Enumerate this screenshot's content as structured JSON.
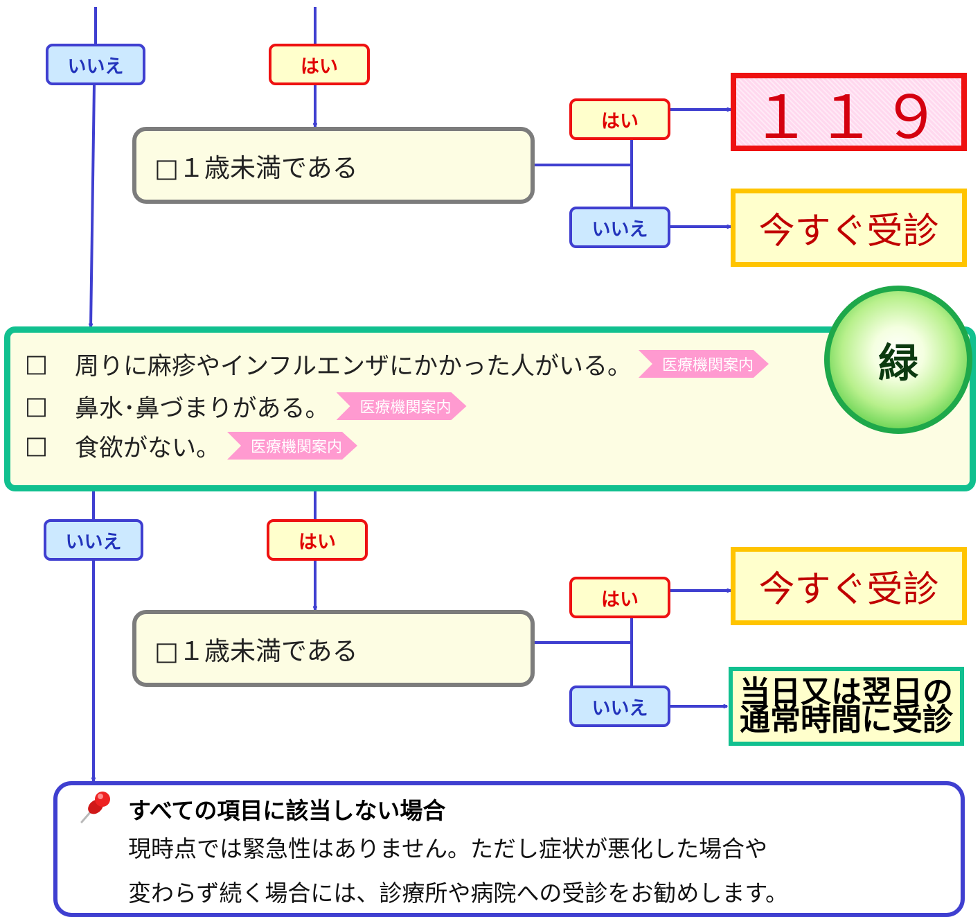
{
  "colors": {
    "arrow": "#3f3fd0",
    "yes": "#ee1111",
    "no": "#3f3fd0",
    "green": "#11c08f",
    "gold": "#ffc400"
  },
  "labels": {
    "yes": "はい",
    "no": "いいえ"
  },
  "question_under1": "□１歳未満である",
  "result_119": "１１９",
  "result_now": "今すぐ受診",
  "result_next_day": {
    "line1": "当日又は翌日の",
    "line2": "通常時間に受診"
  },
  "green_box": {
    "circle_label": "緑",
    "guide_label": "医療機関案内",
    "checkbox": "□",
    "items": [
      "周りに麻疹やインフルエンザにかかった人がいる。",
      "鼻水･鼻づまりがある。",
      "食欲がない。"
    ]
  },
  "footer": {
    "icon": "pushpin-icon",
    "title": "すべての項目に該当しない場合",
    "line1": "現時点では緊急性はありません。ただし症状が悪化した場合や",
    "line2": "変わらず続く場合には、診療所や病院への受診をお勧めします。"
  }
}
